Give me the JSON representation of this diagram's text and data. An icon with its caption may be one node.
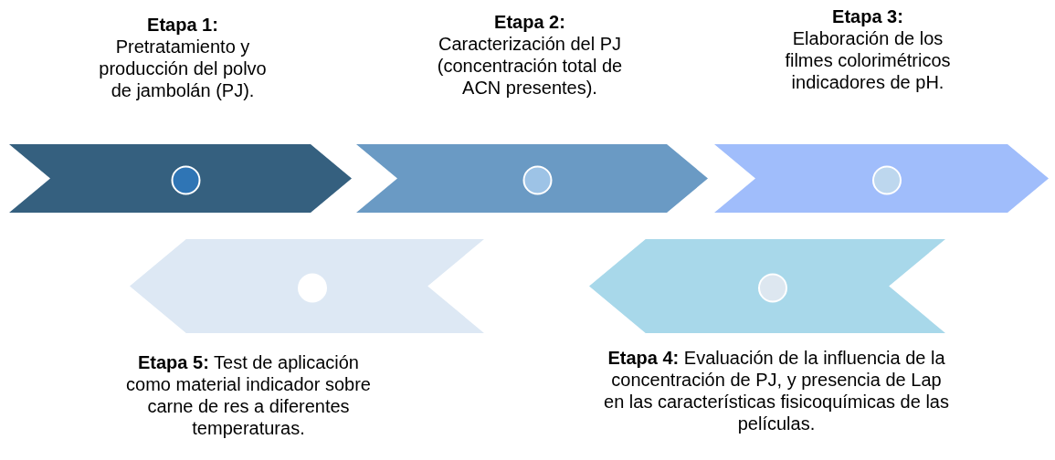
{
  "diagram": {
    "nodes": [
      {
        "text": [
          "Etapa 1:",
          "Pretratamiento y producción del polvo de jambolán (PJ)."
        ]
      },
      {
        "text": [
          "Etapa 2:",
          "Caracterización del PJ (concentración total de ACN presentes)."
        ]
      },
      {
        "text": [
          "Etapa 3:",
          "Elaboración de los filmes colorimétricos indicadores de pH."
        ]
      },
      {
        "text": [],
        "shape": "chevron"
      },
      {
        "text": [],
        "shape": "chevron"
      },
      {
        "text": [],
        "shape": "chevron"
      },
      {
        "text": [],
        "shape": "chevron"
      },
      {
        "text": [],
        "shape": "chevron"
      },
      {
        "text": [
          "**Etapa 5:** Test de aplicación como material indicador sobre carne de res a diferentes temperaturas."
        ]
      },
      {
        "text": [
          "**Etapa 4:** Evaluación de la influencia de la concentración de PJ, y presencia de Lap en las características fisicoquímicas de las películas."
        ]
      }
    ]
  }
}
